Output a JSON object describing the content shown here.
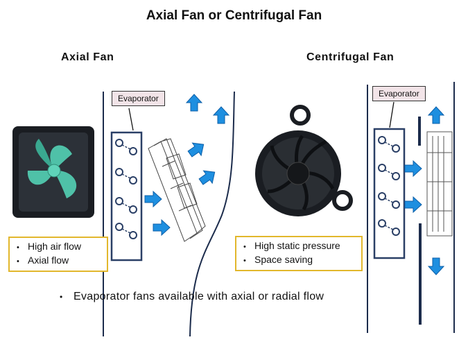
{
  "title": "Axial Fan or Centrifugal Fan",
  "axial": {
    "heading": "Axial Fan",
    "evaporator_label": "Evaporator",
    "features": [
      "High air flow",
      "Axial flow"
    ]
  },
  "centrifugal": {
    "heading": "Centrifugal Fan",
    "evaporator_label": "Evaporator",
    "features": [
      "High static pressure",
      "Space saving"
    ]
  },
  "footnote": "Evaporator fans available with axial or radial flow",
  "colors": {
    "arrow": "#1e8fe0",
    "wall": "#1c2c4c",
    "evaporator": "#2a3f66",
    "callout_border": "#e2b72c",
    "label_bg": "#f2e4e8",
    "fan_blade": "#4fc1a8",
    "fan_frame": "#1a1d22"
  }
}
